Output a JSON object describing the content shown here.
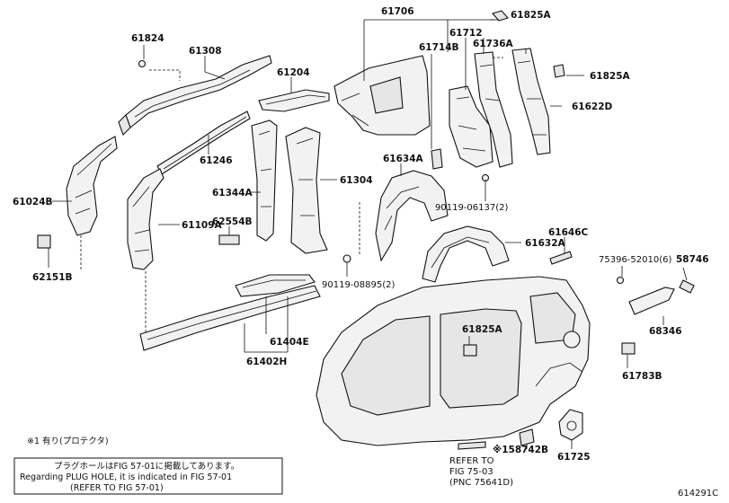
{
  "labels": {
    "p61706": "61706",
    "p61825A_top": "61825A",
    "p61824": "61824",
    "p61308": "61308",
    "p61204": "61204",
    "p61712": "61712",
    "p61714B": "61714B",
    "p61736A": "61736A",
    "p61825A_mid": "61825A",
    "p61622D": "61622D",
    "p61246": "61246",
    "p61634A": "61634A",
    "p61024B": "61024B",
    "p61344A": "61344A",
    "p61304": "61304",
    "p90119_06137": "90119-06137(2)",
    "p61109A": "61109A",
    "p62554B": "62554B",
    "p61646C": "61646C",
    "p61632A": "61632A",
    "p62151B": "62151B",
    "p75396": "75396-52010(6)",
    "p58746": "58746",
    "p90119_08895": "90119-08895(2)",
    "p68346": "68346",
    "p61404E": "61404E",
    "p61402H": "61402H",
    "p61825A_low": "61825A",
    "p61783B": "61783B",
    "p58742B": "※158742B",
    "p61725": "61725",
    "refer1": "REFER TO",
    "refer2": "FIG 75-03",
    "refer3": "(PNC 75641D)"
  },
  "notes": {
    "footnote": "※1 有り(プロテクタ)",
    "box_line1": "プラグホールはFIG 57-01に掲載してあります。",
    "box_line2": "Regarding PLUG HOLE, it is indicated in FIG 57-01",
    "box_line3": "(REFER TO FIG 57-01)"
  },
  "figure_id": "614291C"
}
